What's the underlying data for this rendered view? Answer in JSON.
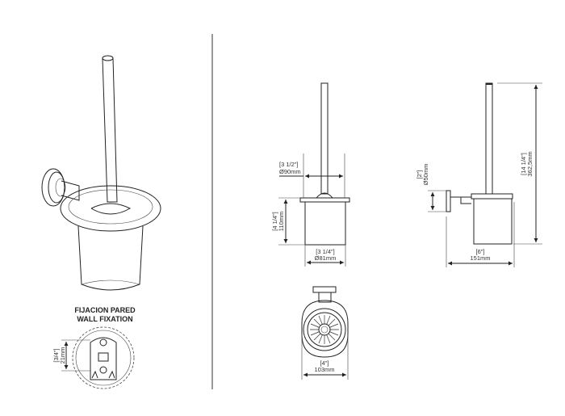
{
  "fixation_label": {
    "es": "FIJACION PARED",
    "en": "WALL FIXATION"
  },
  "dimensions": {
    "fixation_height": {
      "inch": "[3/4\"]",
      "mm": "21mm"
    },
    "front_top_diameter": {
      "inch": "[3 1/2\"]",
      "mm": "Ø90mm"
    },
    "front_cup_height": {
      "inch": "[4 1/4\"]",
      "mm": "110mm"
    },
    "front_cup_diameter": {
      "inch": "[3 1/4\"]",
      "mm": "Ø81mm"
    },
    "side_plate_diameter": {
      "inch": "[2\"]",
      "mm": "Ø50mm"
    },
    "side_total_height": {
      "inch": "[14 1/4\"]",
      "mm": "362,5mm"
    },
    "side_depth": {
      "inch": "[6\"]",
      "mm": "151mm"
    },
    "top_width": {
      "inch": "[4\"]",
      "mm": "103mm"
    }
  }
}
